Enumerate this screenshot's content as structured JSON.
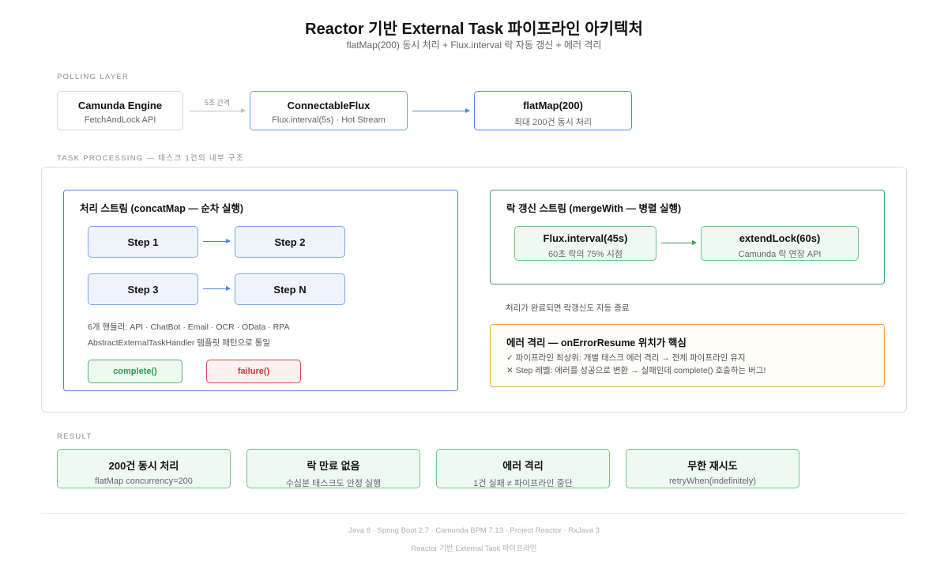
{
  "header": {
    "title": "Reactor 기반 External Task 파이프라인 아키텍처",
    "subtitle": "flatMap(200) 동시 처리 + Flux.interval 락 자동 갱신 + 에러 격리"
  },
  "polling": {
    "label": "POLLING LAYER",
    "engine": {
      "title": "Camunda Engine",
      "sub": "FetchAndLock API"
    },
    "interval_label": "5초 간격",
    "flux": {
      "title": "ConnectableFlux",
      "sub": "Flux.interval(5s) · Hot Stream"
    },
    "flatmap": {
      "title": "flatMap(200)",
      "sub": "최대 200건 동시 처리"
    }
  },
  "processing": {
    "label": "TASK PROCESSING — 태스크 1건의 내부 구조",
    "stream": {
      "title": "처리 스트림 (concatMap — 순차 실행)",
      "steps": [
        "Step 1",
        "Step 2",
        "Step 3",
        "Step N"
      ],
      "handlers": "6개 핸들러: API · ChatBot · Email · OCR · OData · RPA",
      "template": "AbstractExternalTaskHandler 템플릿 패턴으로 통일",
      "complete": "complete()",
      "failure": "failure()"
    },
    "lock": {
      "title": "락 갱신 스트림 (mergeWith — 병렬 실행)",
      "interval": {
        "title": "Flux.interval(45s)",
        "sub": "60초 락의 75% 시점"
      },
      "extend": {
        "title": "extendLock(60s)",
        "sub": "Camunda 락 연장 API"
      }
    },
    "lock_note": "처리가 완료되면 락갱신도 자동 종료",
    "error": {
      "title": "에러 격리 — onErrorResume 위치가 핵심",
      "line1": "✓ 파이프라인 최상위: 개별 태스크 에러 격리 → 전체 파이프라인 유지",
      "line2": "✕ Step 레벨: 에러를 성공으로 변환 → 실패인데 complete() 호출하는 버그!"
    }
  },
  "result": {
    "label": "RESULT",
    "cards": [
      {
        "title": "200건 동시 처리",
        "sub": "flatMap concurrency=200"
      },
      {
        "title": "락 만료 없음",
        "sub": "수십분 태스크도 안정 실행"
      },
      {
        "title": "에러 격리",
        "sub": "1건 실패 ≠ 파이프라인 중단"
      },
      {
        "title": "무한 재시도",
        "sub": "retryWhen(indefinitely)"
      }
    ]
  },
  "footer": {
    "stack": "Java 8 · Spring Boot 2.7 · Camunda BPM 7.13 · Project Reactor · RxJava 3",
    "caption": "Reactor 기반 External Task 파이프라인"
  },
  "colors": {
    "blue": "#4c86e0",
    "green": "#2f9a4c",
    "orange": "#e8a940",
    "red": "#d04a4a"
  }
}
